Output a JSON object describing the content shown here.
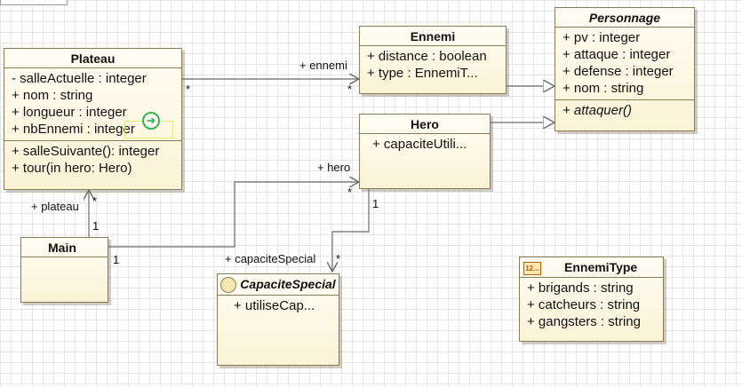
{
  "classes": {
    "plateau": {
      "name": "Plateau",
      "attributes": [
        "- salleActuelle : integer",
        "+ nom : string",
        "+ longueur : integer",
        "+ nbEnnemi : integer"
      ],
      "operations": [
        "+ salleSuivante(): integer",
        "+ tour(in hero: Hero)"
      ]
    },
    "ennemi": {
      "name": "Ennemi",
      "attributes": [
        "+ distance : boolean",
        "+ type : EnnemiT..."
      ]
    },
    "personnage": {
      "name": "Personnage",
      "attributes": [
        "+ pv : integer",
        "+ attaque : integer",
        "+ defense : integer",
        "+ nom : string"
      ],
      "operations": [
        "+ attaquer()"
      ]
    },
    "hero": {
      "name": "Hero",
      "attributes": [
        "+ capaciteUtili..."
      ]
    },
    "main": {
      "name": "Main"
    },
    "capacite_special": {
      "name": "CapaciteSpecial",
      "attributes": [
        "+ utiliseCap..."
      ]
    },
    "ennemi_type": {
      "name": "EnnemiType",
      "icon_text": "12...",
      "literals": [
        "+ brigands : string",
        "+ catcheurs : string",
        "+ gangsters : string"
      ]
    }
  },
  "edge_labels": {
    "plateau_ennemi_role": "+ ennemi",
    "plateau_ennemi_mult_src": "*",
    "plateau_ennemi_mult_dst": "*",
    "main_hero_role": "+ hero",
    "main_hero_mult_src": "1",
    "main_hero_mult_dst": "*",
    "main_plateau_role": "+ plateau",
    "main_plateau_mult_src": "1",
    "main_plateau_mult_dst": "*",
    "hero_capacite_role": "+ capaciteSpecial",
    "hero_capacite_mult_src": "1",
    "hero_capacite_mult_dst": "*"
  },
  "colors": {
    "class_fill": "#fbf3d6",
    "class_border": "#8a7a55",
    "edge": "#6b6b6b",
    "grid": "#e6e6e6"
  }
}
